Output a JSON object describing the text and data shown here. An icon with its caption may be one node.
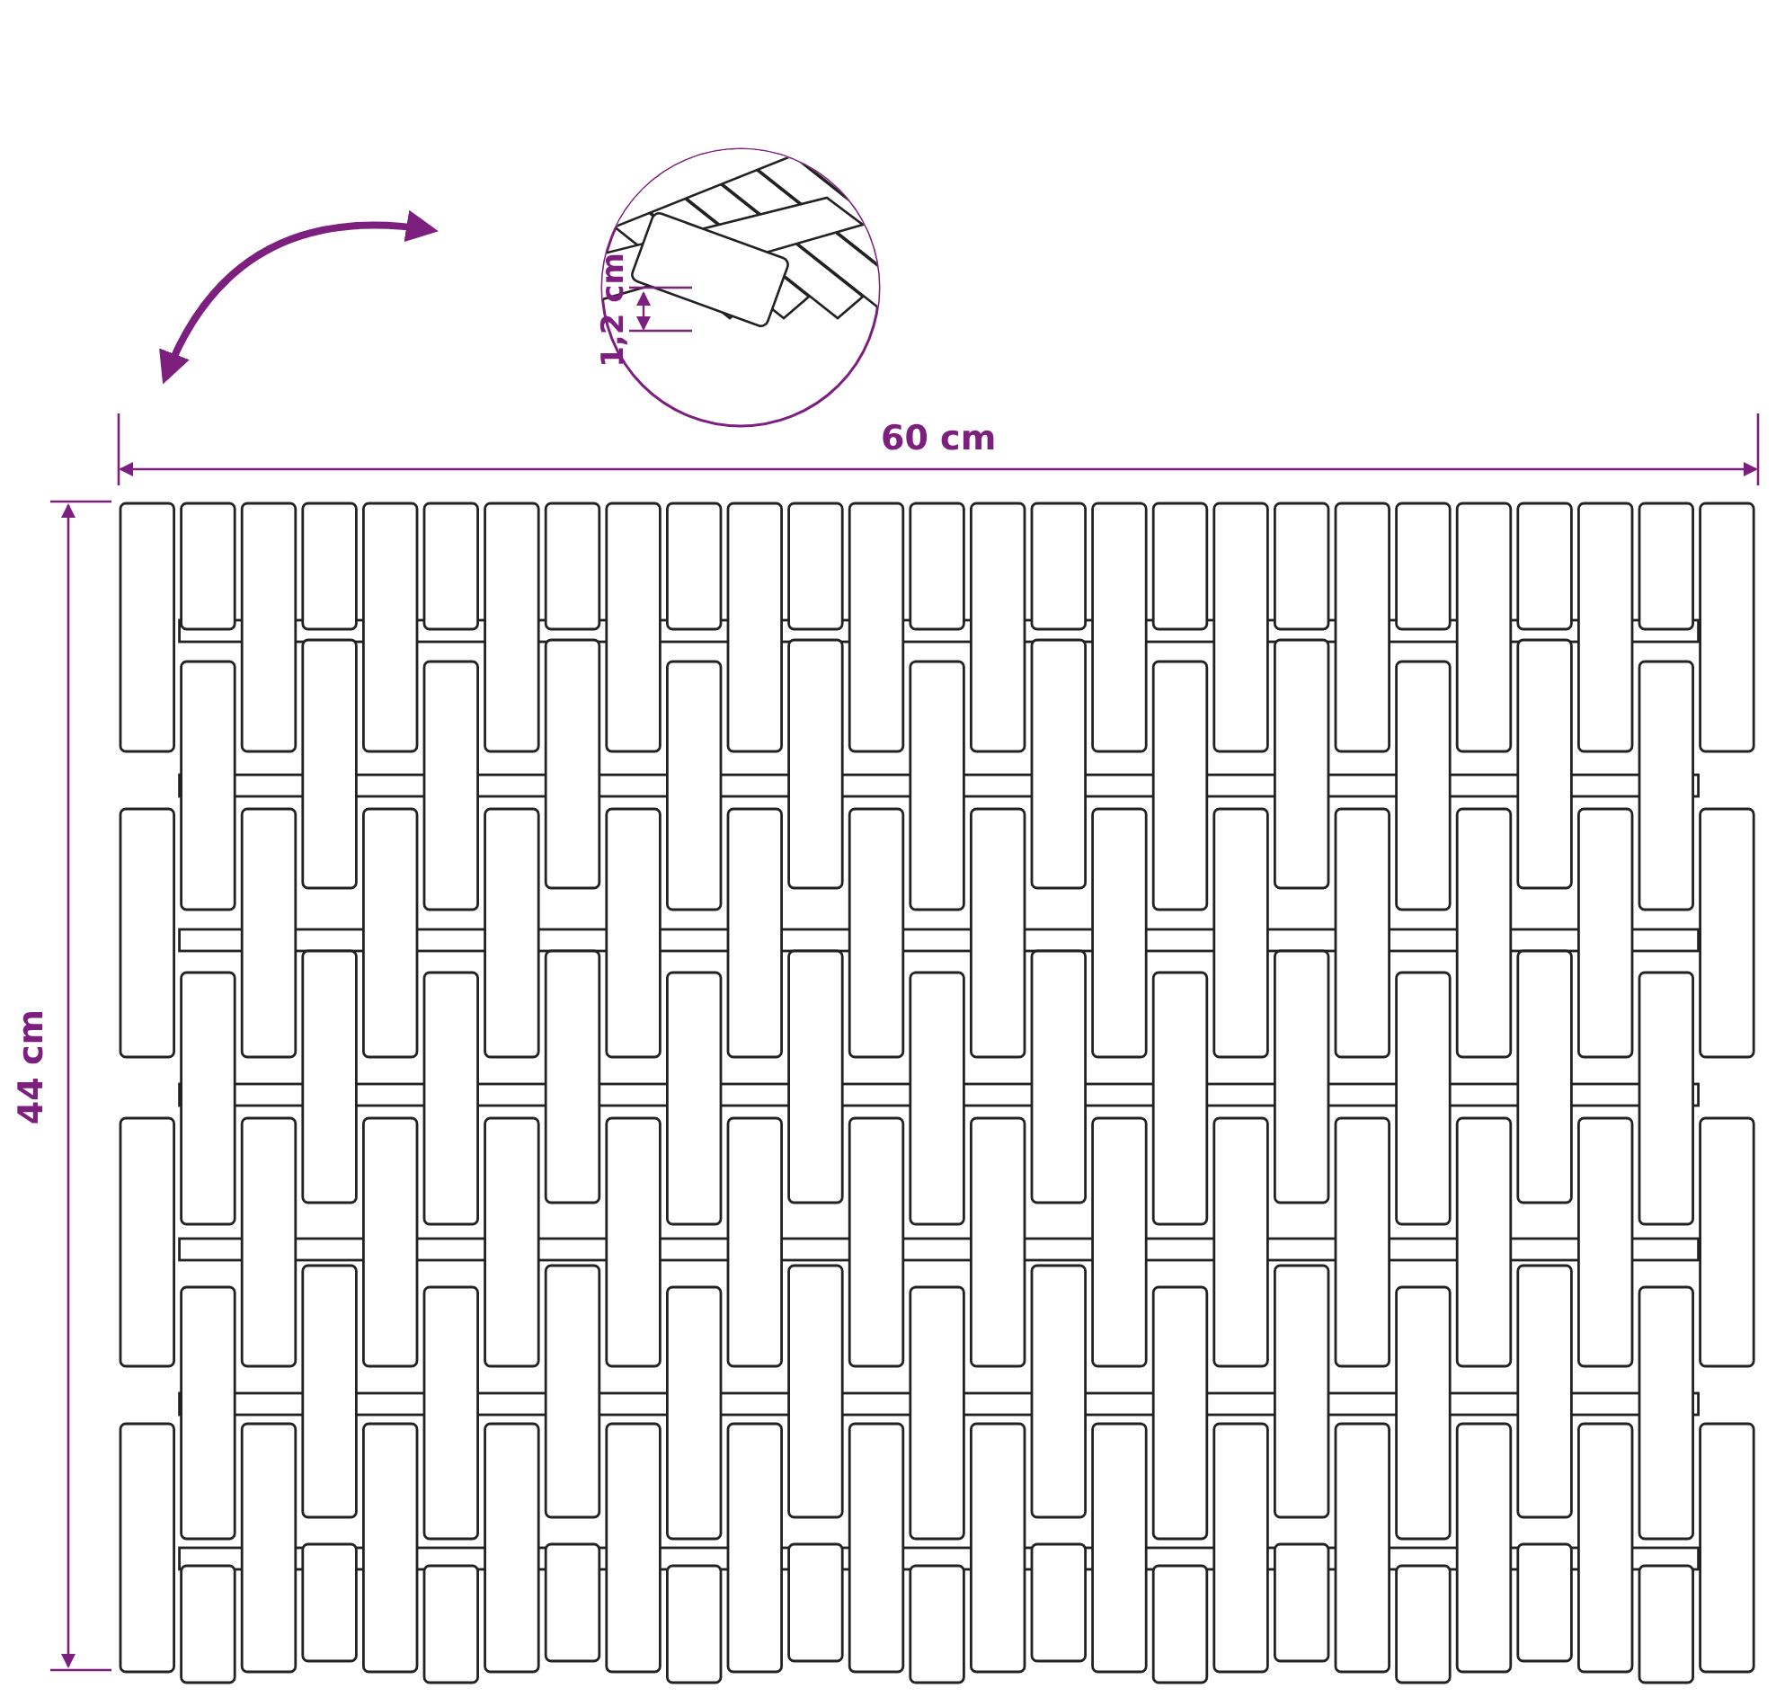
{
  "diagram": {
    "labels": [
      "1,2 cm",
      "60 cm",
      "44 cm"
    ]
  }
}
